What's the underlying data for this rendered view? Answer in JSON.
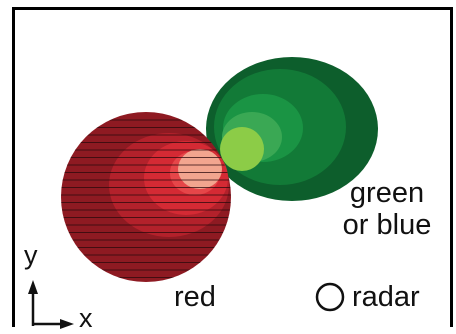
{
  "labels": {
    "green_line1": "green",
    "green_line2": "or blue",
    "red": "red",
    "radar": "radar",
    "axis_y": "y",
    "axis_x": "x"
  },
  "colors": {
    "red_shades": [
      "#8e1a22",
      "#b3212b",
      "#d42a34",
      "#e64649",
      "#f2a58f"
    ],
    "green_shades": [
      "#0d5e2c",
      "#127a37",
      "#1a9444",
      "#3aa854",
      "#8ccc47"
    ],
    "stripe": "#2a0a0d",
    "frame": "#000000"
  }
}
